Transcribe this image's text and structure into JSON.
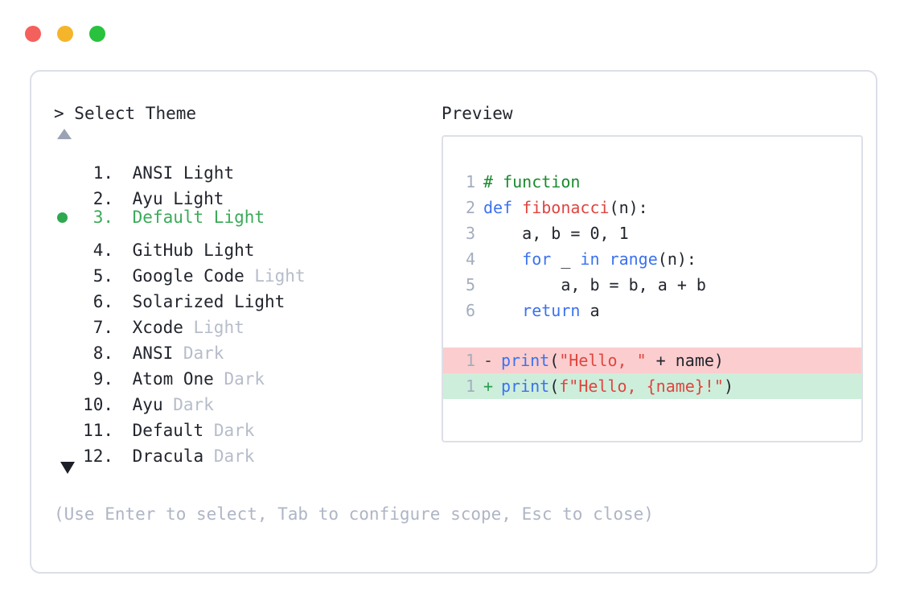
{
  "window": {
    "traffic_lights": [
      {
        "name": "close-button",
        "color": "#f4605b"
      },
      {
        "name": "minimize-button",
        "color": "#f5b52b"
      },
      {
        "name": "maximize-button",
        "color": "#29c23e"
      }
    ]
  },
  "left_panel": {
    "prompt_symbol": "> ",
    "title": "Select Theme",
    "scroll_up_icon": "triangle-up",
    "scroll_down_icon": "triangle-down",
    "selected_index": 3,
    "items": [
      {
        "index": "1.",
        "name": "ANSI Light",
        "variant": "",
        "selected": false
      },
      {
        "index": "2.",
        "name": "Ayu Light",
        "variant": "",
        "selected": false
      },
      {
        "index": "3.",
        "name": "Default Light",
        "variant": "",
        "selected": true
      },
      {
        "index": "4.",
        "name": "GitHub Light",
        "variant": "",
        "selected": false
      },
      {
        "index": "5.",
        "name": "Google Code",
        "variant": "Light",
        "selected": false
      },
      {
        "index": "6.",
        "name": "Solarized Light",
        "variant": "",
        "selected": false
      },
      {
        "index": "7.",
        "name": "Xcode",
        "variant": "Light",
        "selected": false
      },
      {
        "index": "8.",
        "name": "ANSI",
        "variant": "Dark",
        "selected": false
      },
      {
        "index": "9.",
        "name": "Atom One",
        "variant": "Dark",
        "selected": false
      },
      {
        "index": "10.",
        "name": "Ayu",
        "variant": "Dark",
        "selected": false
      },
      {
        "index": "11.",
        "name": "Default",
        "variant": "Dark",
        "selected": false
      },
      {
        "index": "12.",
        "name": "Dracula",
        "variant": "Dark",
        "selected": false
      }
    ]
  },
  "right_panel": {
    "title": "Preview",
    "code_lines": [
      {
        "num": "1",
        "tokens": [
          {
            "t": "# function",
            "c": "comment"
          }
        ]
      },
      {
        "num": "2",
        "tokens": [
          {
            "t": "def ",
            "c": "keyword"
          },
          {
            "t": "fibonacci",
            "c": "func"
          },
          {
            "t": "(n):",
            "c": "plain"
          }
        ]
      },
      {
        "num": "3",
        "tokens": [
          {
            "t": "    a, b = ",
            "c": "plain"
          },
          {
            "t": "0",
            "c": "number"
          },
          {
            "t": ", ",
            "c": "plain"
          },
          {
            "t": "1",
            "c": "number"
          }
        ]
      },
      {
        "num": "4",
        "tokens": [
          {
            "t": "    ",
            "c": "plain"
          },
          {
            "t": "for",
            "c": "keyword"
          },
          {
            "t": " _ ",
            "c": "plain"
          },
          {
            "t": "in",
            "c": "keyword"
          },
          {
            "t": " ",
            "c": "plain"
          },
          {
            "t": "range",
            "c": "keyword"
          },
          {
            "t": "(n):",
            "c": "plain"
          }
        ]
      },
      {
        "num": "5",
        "tokens": [
          {
            "t": "        a, b = b, a + b",
            "c": "plain"
          }
        ]
      },
      {
        "num": "6",
        "tokens": [
          {
            "t": "    ",
            "c": "plain"
          },
          {
            "t": "return",
            "c": "keyword"
          },
          {
            "t": " a",
            "c": "plain"
          }
        ]
      }
    ],
    "diff_lines": [
      {
        "num": "1",
        "sign": "-",
        "kind": "del",
        "tokens": [
          {
            "t": "print",
            "c": "keyword"
          },
          {
            "t": "(",
            "c": "plain"
          },
          {
            "t": "\"Hello, \"",
            "c": "string"
          },
          {
            "t": " + name)",
            "c": "plain"
          }
        ]
      },
      {
        "num": "1",
        "sign": "+",
        "kind": "add",
        "tokens": [
          {
            "t": "print",
            "c": "keyword"
          },
          {
            "t": "(",
            "c": "plain"
          },
          {
            "t": "f\"Hello, {name}!\"",
            "c": "string"
          },
          {
            "t": ")",
            "c": "plain"
          }
        ]
      }
    ]
  },
  "footer": {
    "hint": "(Use Enter to select, Tab to configure scope, Esc to close)"
  },
  "colors": {
    "accent_green": "#3bab58",
    "muted_text": "#b6bcca",
    "primary_text": "#22252d",
    "diff_del_bg": "#fbcdce",
    "diff_add_bg": "#cdeedb",
    "border": "#dcdfe8"
  }
}
